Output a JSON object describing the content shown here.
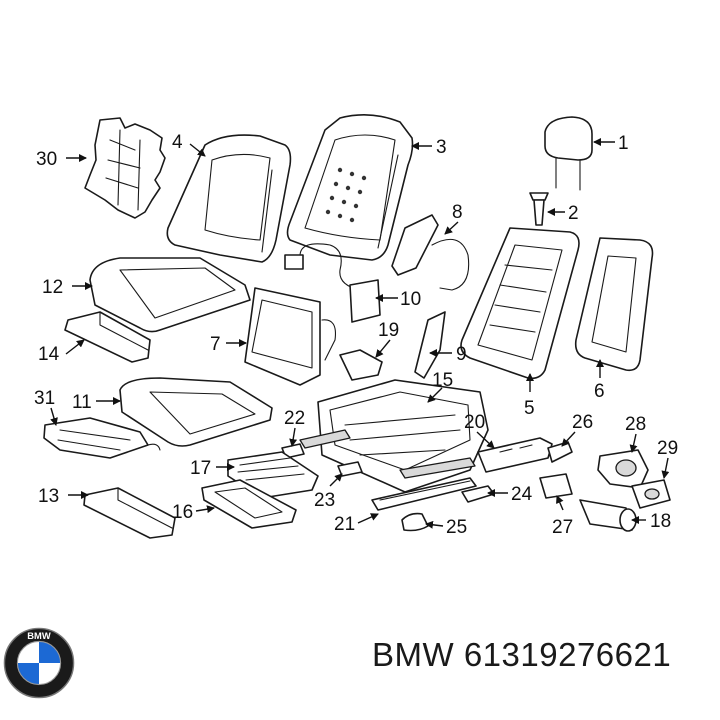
{
  "footer": {
    "brand": "BMW",
    "part_number": "61319276621"
  },
  "logo": {
    "text": "BMW",
    "colors": {
      "blue": "#1c69d4",
      "ring": "#1a1a1a",
      "white": "#ffffff"
    }
  },
  "callouts": [
    "1",
    "2",
    "3",
    "4",
    "5",
    "6",
    "7",
    "8",
    "9",
    "10",
    "11",
    "12",
    "13",
    "14",
    "15",
    "16",
    "17",
    "18",
    "19",
    "20",
    "21",
    "22",
    "23",
    "24",
    "25",
    "26",
    "27",
    "28",
    "29",
    "30",
    "31"
  ]
}
